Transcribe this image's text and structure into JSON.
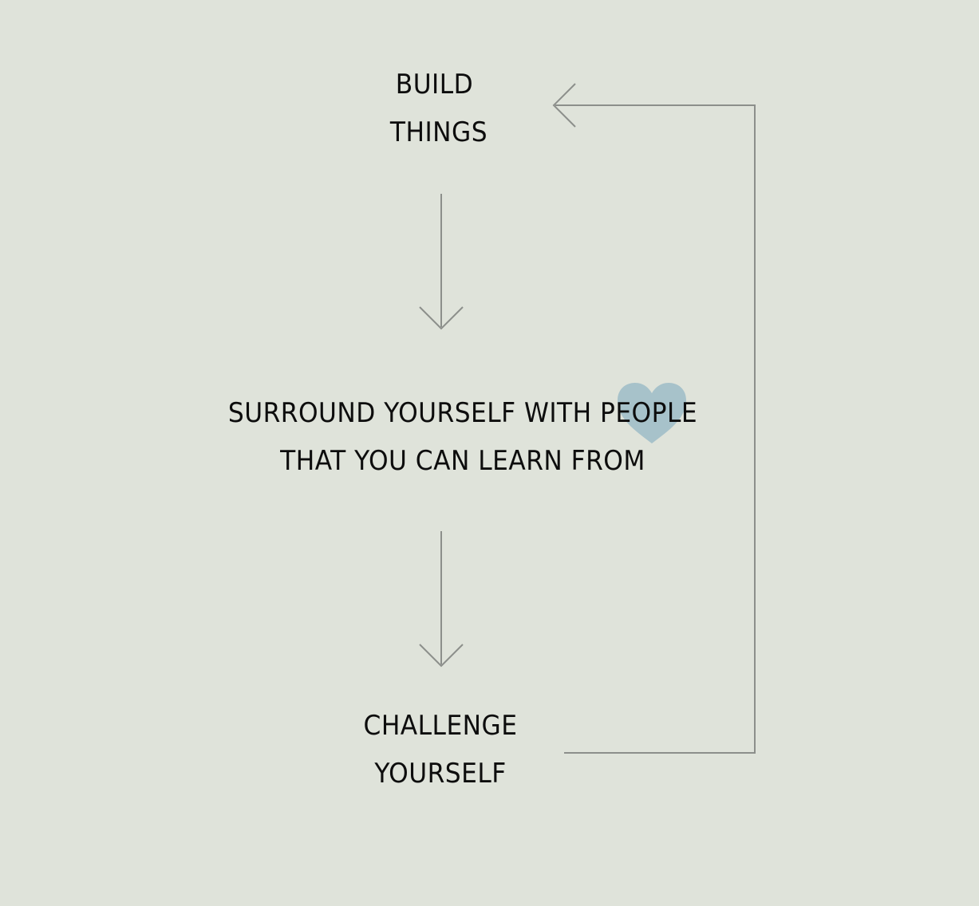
{
  "diagram": {
    "background": "#dfe3da",
    "line_color": "#8c8f8b",
    "heart_color": "#9dbcc7",
    "text_color": "#0d0d0d",
    "nodes": {
      "build": {
        "line1": "BUILD",
        "line2": "THINGS"
      },
      "surround": {
        "line1": "SURROUND YOURSELF WITH PEOPLE",
        "line2": "THAT YOU CAN LEARN FROM"
      },
      "challenge": {
        "line1": "CHALLENGE",
        "line2": "YOURSELF"
      }
    },
    "icons": {
      "heart": "heart-icon"
    },
    "connections": [
      {
        "from": "build",
        "to": "surround",
        "style": "arrow"
      },
      {
        "from": "surround",
        "to": "challenge",
        "style": "arrow"
      },
      {
        "from": "challenge",
        "to": "build",
        "style": "arrow"
      }
    ]
  }
}
